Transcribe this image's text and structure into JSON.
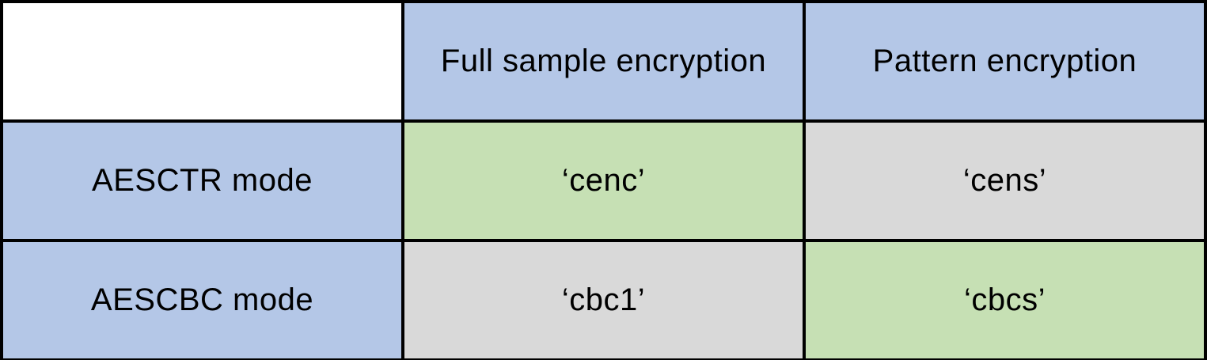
{
  "figure": {
    "table": {
      "corner_label": "",
      "column_headers": [
        "Full sample encryption",
        "Pattern encryption"
      ],
      "rows": [
        {
          "header": "AESCTR mode",
          "cells": [
            {
              "label": "‘cenc’",
              "state": "highlight"
            },
            {
              "label": "‘cens’",
              "state": "muted"
            }
          ]
        },
        {
          "header": "AESCBC mode",
          "cells": [
            {
              "label": "‘cbc1’",
              "state": "muted"
            },
            {
              "label": "‘cbcs’",
              "state": "highlight"
            }
          ]
        }
      ]
    },
    "colors": {
      "header_fill": "#b4c7e7",
      "highlight_fill": "#c6e0b4",
      "muted_fill": "#d9d9d9",
      "border": "#000000",
      "text": "#000000",
      "background": "#ffffff"
    }
  }
}
